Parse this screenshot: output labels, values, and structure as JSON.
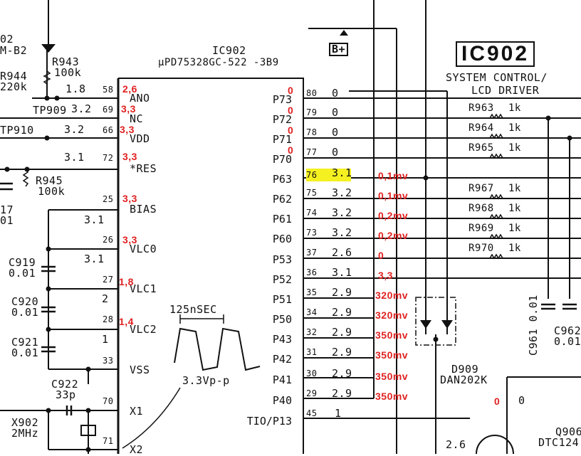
{
  "ic": {
    "ref": "IC902",
    "part": "µPD75328GC-522 -3B9",
    "title_box": "IC902",
    "function_line1": "SYSTEM CONTROL/",
    "function_line2": "LCD DRIVER",
    "bplus": "B+"
  },
  "left_pins": [
    {
      "num": "58",
      "name": "ANO",
      "volt": "1.8",
      "measured": "2,6"
    },
    {
      "num": "69",
      "name": "NC",
      "volt": "3.2",
      "measured": "3,3"
    },
    {
      "num": "66",
      "name": "VDD",
      "volt": "3.2",
      "measured": "3,3"
    },
    {
      "num": "72",
      "name": "*RES",
      "volt": "3.1",
      "measured": "3,3"
    },
    {
      "num": "25",
      "name": "BIAS",
      "volt": "3.1",
      "measured": "3,3"
    },
    {
      "num": "26",
      "name": "VLC0",
      "volt": "3.1",
      "measured": "3,3"
    },
    {
      "num": "27",
      "name": "VLC1",
      "volt": "2",
      "measured": "1,8"
    },
    {
      "num": "28",
      "name": "VLC2",
      "volt": "1",
      "measured": "1,4"
    },
    {
      "num": "33",
      "name": "VSS"
    },
    {
      "num": "70",
      "name": "X1"
    },
    {
      "num": "71",
      "name": "X2"
    }
  ],
  "right_pins": [
    {
      "num": "80",
      "name": "P73",
      "volt": "0",
      "measured": "0"
    },
    {
      "num": "79",
      "name": "P72",
      "volt": "0",
      "measured": "0"
    },
    {
      "num": "78",
      "name": "P71",
      "volt": "0",
      "measured": "0"
    },
    {
      "num": "77",
      "name": "P70",
      "volt": "0",
      "measured": "0"
    },
    {
      "num": "76",
      "name": "P63",
      "volt": "3.1",
      "measured": "0,1mv"
    },
    {
      "num": "75",
      "name": "P62",
      "volt": "3.2",
      "measured": "0,1mv"
    },
    {
      "num": "74",
      "name": "P61",
      "volt": "3.2",
      "measured": "0,2mv"
    },
    {
      "num": "73",
      "name": "P60",
      "volt": "3.2",
      "measured": "0,2mv"
    },
    {
      "num": "37",
      "name": "P53",
      "volt": "2.6",
      "measured": "0"
    },
    {
      "num": "36",
      "name": "P52",
      "volt": "3.1",
      "measured": "3,3"
    },
    {
      "num": "35",
      "name": "P51",
      "volt": "2.9",
      "measured": "320mv"
    },
    {
      "num": "34",
      "name": "P50",
      "volt": "2.9",
      "measured": "320mv"
    },
    {
      "num": "32",
      "name": "P43",
      "volt": "2.9",
      "measured": "350mv"
    },
    {
      "num": "31",
      "name": "P42",
      "volt": "2.9",
      "measured": "350mv"
    },
    {
      "num": "30",
      "name": "P41",
      "volt": "2.9",
      "measured": "350mv"
    },
    {
      "num": "29",
      "name": "P40",
      "volt": "2.9",
      "measured": "350mv"
    },
    {
      "num": "45",
      "name": "TIO/P13",
      "volt": "1"
    }
  ],
  "components": {
    "d_top_ref": "02",
    "d_top_part": "M-B2",
    "r943": "R943",
    "r943_val": "100k",
    "r944": "R944",
    "r944_val": "220k",
    "tp909": "TP909",
    "tp910": "TP910",
    "r945": "R945",
    "r945_val": "100k",
    "c917_ref": "17",
    "c917_val": "01",
    "c919": "C919",
    "c919_val": "0.01",
    "c920": "C920",
    "c920_val": "0.01",
    "c921": "C921",
    "c921_val": "0.01",
    "c922": "C922",
    "c922_val": "33p",
    "x902": "X902",
    "x902_val": "2MHz",
    "resistors": [
      {
        "ref": "R963",
        "val": "1k"
      },
      {
        "ref": "R964",
        "val": "1k"
      },
      {
        "ref": "R965",
        "val": "1k"
      },
      {
        "ref": "R967",
        "val": "1k"
      },
      {
        "ref": "R968",
        "val": "1k"
      },
      {
        "ref": "R969",
        "val": "1k"
      },
      {
        "ref": "R970",
        "val": "1k"
      }
    ],
    "c961": "C961 0.01",
    "c962": "C962",
    "c962_val": "0.01",
    "d909": "D909",
    "d909_part": "DAN202K",
    "d909_measured": "0",
    "d909_volt": "0",
    "q906": "Q906",
    "q906_part": "DTC124",
    "q906_volt": "2.6"
  },
  "waveform": {
    "period": "125nSEC",
    "amplitude": "3.3Vp-p"
  }
}
